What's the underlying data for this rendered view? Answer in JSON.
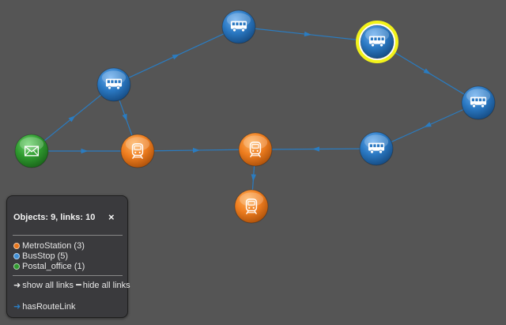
{
  "colors": {
    "background": "#555555",
    "link": "#2a7cc1",
    "metro": "#e8761b",
    "bus": "#1f6eb5",
    "postal": "#2f9a2f",
    "highlight": "#f2f21a"
  },
  "graph": {
    "nodes": [
      {
        "id": "bus1",
        "type": "BusStop",
        "icon": "bus-icon"
      },
      {
        "id": "bus2",
        "type": "BusStop",
        "icon": "bus-icon",
        "selected": true
      },
      {
        "id": "bus3",
        "type": "BusStop",
        "icon": "bus-icon"
      },
      {
        "id": "bus4",
        "type": "BusStop",
        "icon": "bus-icon"
      },
      {
        "id": "bus5",
        "type": "BusStop",
        "icon": "bus-icon"
      },
      {
        "id": "postal1",
        "type": "Postal_office",
        "icon": "mail-icon"
      },
      {
        "id": "metro1",
        "type": "MetroStation",
        "icon": "train-icon"
      },
      {
        "id": "metro2",
        "type": "MetroStation",
        "icon": "train-icon"
      },
      {
        "id": "metro3",
        "type": "MetroStation",
        "icon": "train-icon"
      }
    ],
    "links": [
      {
        "from": "bus1",
        "to": "bus2"
      },
      {
        "from": "bus2",
        "to": "bus3"
      },
      {
        "from": "bus3",
        "to": "bus4"
      },
      {
        "from": "bus4",
        "to": "metro2"
      },
      {
        "from": "bus5",
        "to": "bus1"
      },
      {
        "from": "bus5",
        "to": "metro1"
      },
      {
        "from": "postal1",
        "to": "bus5"
      },
      {
        "from": "postal1",
        "to": "metro1"
      },
      {
        "from": "metro1",
        "to": "metro2"
      },
      {
        "from": "metro2",
        "to": "metro3"
      }
    ]
  },
  "panel": {
    "title": "Objects: 9, links: 10",
    "close": "×",
    "legend": [
      {
        "label": "MetroStation (3)",
        "color": "#e8761b"
      },
      {
        "label": "BusStop (5)",
        "color": "#3f8fd6"
      },
      {
        "label": "Postal_office (1)",
        "color": "#2f9a2f"
      }
    ],
    "show_all_icon": "➜",
    "show_all": "show all links",
    "hide_all_icon": "━",
    "hide_all": "hide all links",
    "route_icon": "➜",
    "route_link": "hasRouteLink"
  }
}
